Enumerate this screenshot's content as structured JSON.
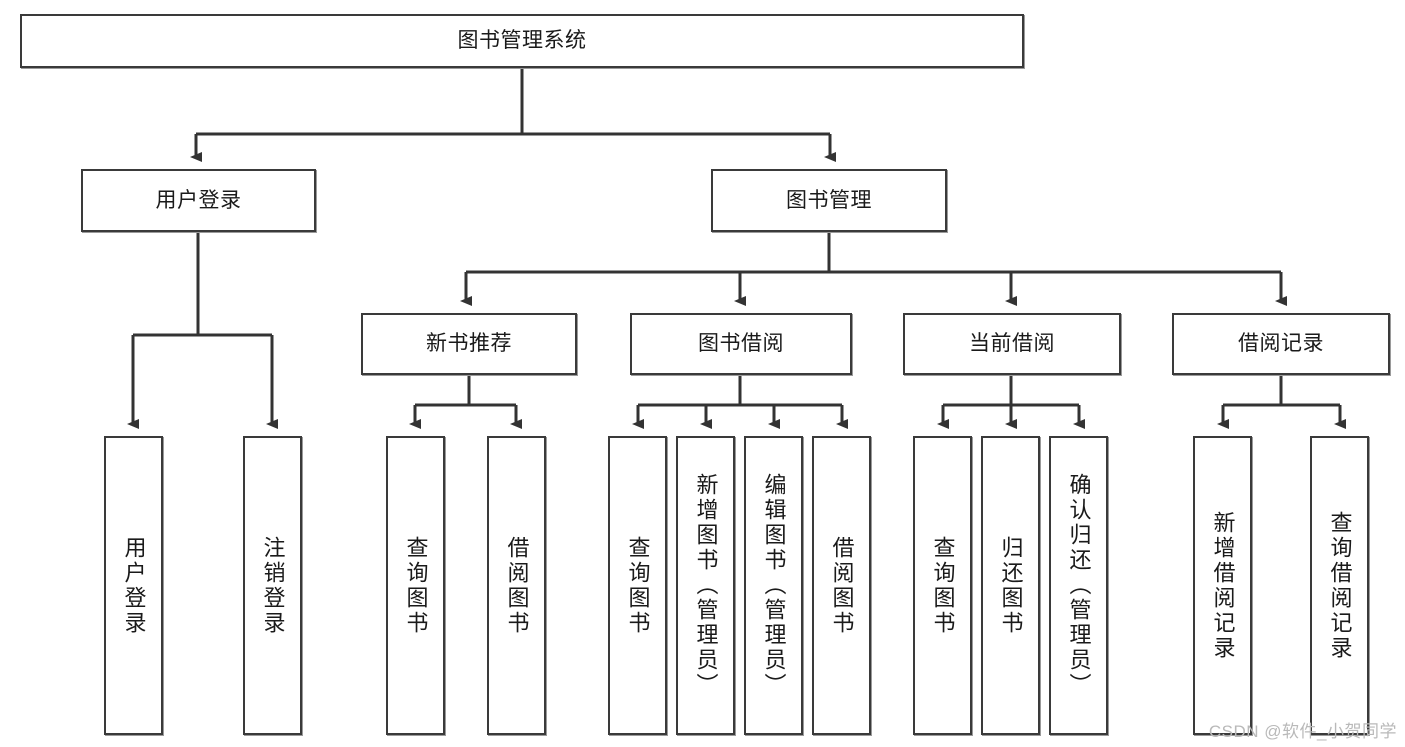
{
  "diagram": {
    "title": "图书管理系统",
    "type": "tree-hierarchy",
    "root": {
      "label": "图书管理系统"
    },
    "level2": [
      {
        "label": "用户登录"
      },
      {
        "label": "图书管理"
      }
    ],
    "level3": [
      {
        "label": "新书推荐"
      },
      {
        "label": "图书借阅"
      },
      {
        "label": "当前借阅"
      },
      {
        "label": "借阅记录"
      }
    ],
    "leaves": {
      "user_login": [
        {
          "label": "用户登录"
        },
        {
          "label": "注销登录"
        }
      ],
      "new_book_recommend": [
        {
          "label": "查询图书"
        },
        {
          "label": "借阅图书"
        }
      ],
      "book_borrow": [
        {
          "label": "查询图书"
        },
        {
          "label": "新增图书（管理员）"
        },
        {
          "label": "编辑图书（管理员）"
        },
        {
          "label": "借阅图书"
        }
      ],
      "current_borrow": [
        {
          "label": "查询图书"
        },
        {
          "label": "归还图书"
        },
        {
          "label": "确认归还（管理员）"
        }
      ],
      "borrow_record": [
        {
          "label": "新增借阅记录"
        },
        {
          "label": "查询借阅记录"
        }
      ]
    }
  },
  "watermark": {
    "text": "CSDN @软件_小贺同学"
  },
  "colors": {
    "box_border": "#3a3a3a",
    "box_fill": "#ffffff",
    "line": "#333333",
    "text": "#1a1a1a",
    "watermark": "#b9b9b9"
  }
}
